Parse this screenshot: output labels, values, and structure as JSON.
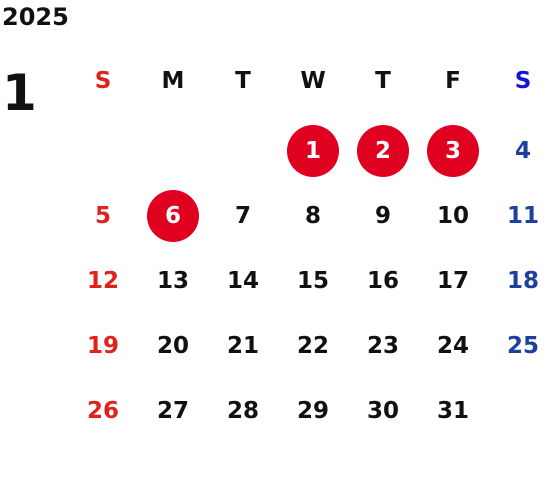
{
  "calendar": {
    "year": "2025",
    "month": "1",
    "weekdays": [
      "S",
      "M",
      "T",
      "W",
      "T",
      "F",
      "S"
    ],
    "colors": {
      "sunday": "#e0211c",
      "saturday": "#1c3fa0",
      "saturday_header": "#1414d8",
      "weekday": "#111111",
      "holiday_circle": "#e0001f",
      "holiday_text": "#ffffff"
    },
    "weeks": [
      [
        null,
        null,
        null,
        "1",
        "2",
        "3",
        "4"
      ],
      [
        "5",
        "6",
        "7",
        "8",
        "9",
        "10",
        "11"
      ],
      [
        "12",
        "13",
        "14",
        "15",
        "16",
        "17",
        "18"
      ],
      [
        "19",
        "20",
        "21",
        "22",
        "23",
        "24",
        "25"
      ],
      [
        "26",
        "27",
        "28",
        "29",
        "30",
        "31",
        null
      ]
    ],
    "holidays": [
      "1",
      "2",
      "3",
      "6"
    ]
  }
}
